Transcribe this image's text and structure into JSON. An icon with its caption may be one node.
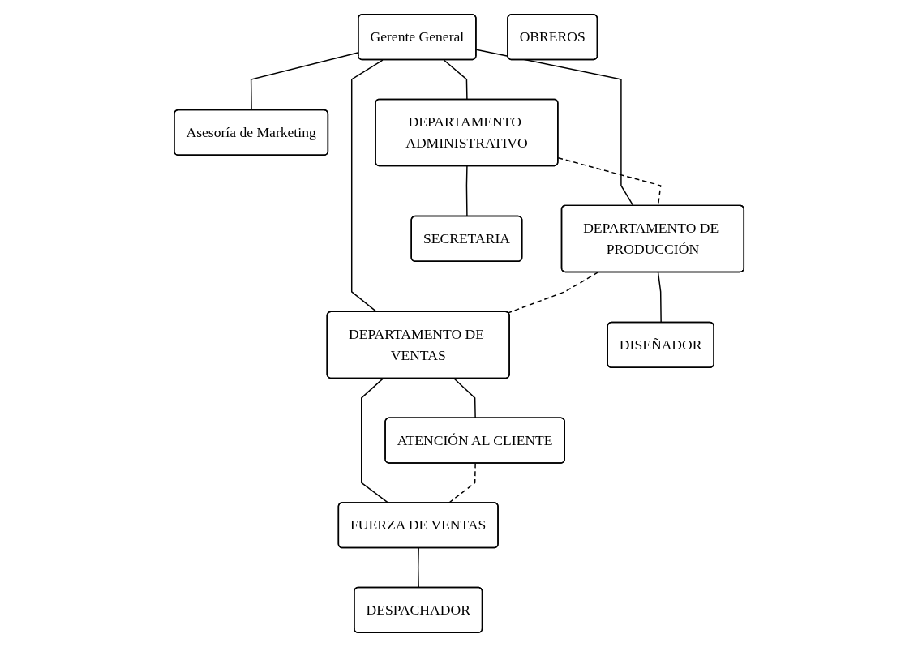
{
  "diagram": {
    "nodes": [
      {
        "text": [
          "Gerente General"
        ]
      },
      {
        "text": [
          "Asesoría de Marketing"
        ]
      },
      {
        "text": [
          "DEPARTAMENTO ADMINISTRATIVO"
        ]
      },
      {
        "text": [
          "DEPARTAMENTO DE PRODUCCIÓN"
        ]
      },
      {
        "text": [
          "DEPARTAMENTO DE VENTAS"
        ]
      },
      {
        "text": [
          "SECRETARIA"
        ]
      },
      {
        "text": [
          "DISEÑADOR"
        ]
      },
      {
        "text": [
          "OBREROS"
        ]
      },
      {
        "text": [
          "ATENCIÓN AL CLIENTE"
        ]
      },
      {
        "text": [
          "FUERZA DE VENTAS"
        ]
      },
      {
        "text": [
          "DESPACHADOR"
        ]
      }
    ],
    "edges": [
      {
        "from": 0,
        "to": 1,
        "arrow": "none"
      },
      {
        "from": 0,
        "to": 2,
        "arrow": "none"
      },
      {
        "from": 0,
        "to": 3,
        "arrow": "none"
      },
      {
        "from": 0,
        "to": 4,
        "arrow": "none"
      },
      {
        "from": 2,
        "to": 3,
        "arrow": "none",
        "style": "dashed"
      },
      {
        "from": 3,
        "to": 4,
        "arrow": "none",
        "style": "dashed"
      },
      {
        "from": 2,
        "to": 5,
        "arrow": "none"
      },
      {
        "from": 3,
        "to": 6,
        "arrow": "none"
      },
      {
        "from": 4,
        "to": 8,
        "arrow": "none"
      },
      {
        "from": 4,
        "to": 9,
        "arrow": "none"
      },
      {
        "from": 8,
        "to": 9,
        "arrow": "none",
        "style": "dashed"
      },
      {
        "from": 9,
        "to": 10,
        "arrow": "none"
      }
    ]
  }
}
